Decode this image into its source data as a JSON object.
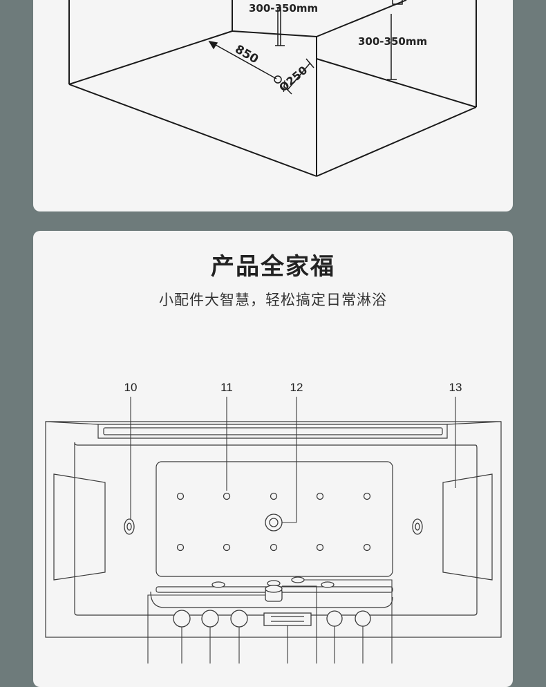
{
  "installation": {
    "dim_top": "300-350mm",
    "dim_right": "300-350mm",
    "dim_length": "850",
    "dim_diameter": "Ø250"
  },
  "family": {
    "title": "产品全家福",
    "subtitle": "小配件大智慧，轻松搞定日常淋浴",
    "callouts": [
      "10",
      "11",
      "12",
      "13"
    ]
  }
}
